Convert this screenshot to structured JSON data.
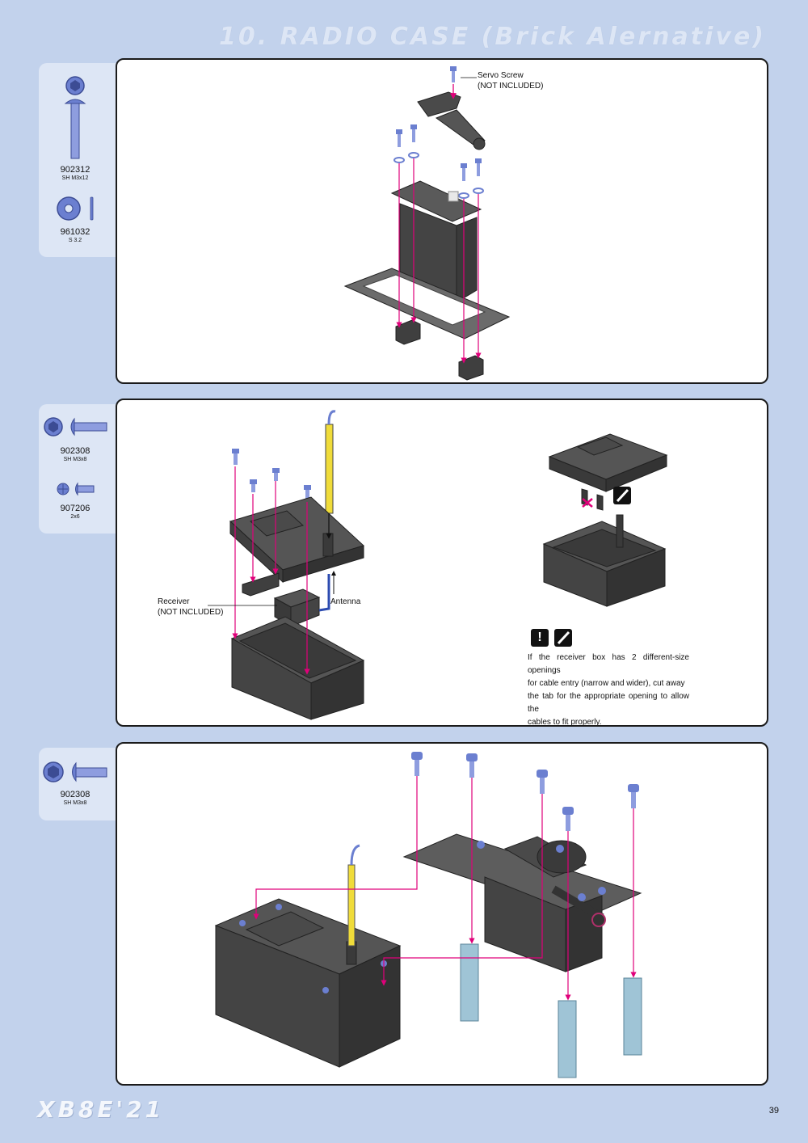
{
  "header": {
    "title": "10. RADIO CASE (Brick Alernative)"
  },
  "step1": {
    "parts": [
      {
        "number": "902312",
        "size": "SH M3x12"
      },
      {
        "number": "961032",
        "size": "S 3.2"
      }
    ],
    "callout_line1": "Servo Screw",
    "callout_line2": "(NOT INCLUDED)"
  },
  "step2": {
    "parts": [
      {
        "number": "902308",
        "size": "SH M3x8"
      },
      {
        "number": "907206",
        "size": "2x6"
      }
    ],
    "receiver_line1": "Receiver",
    "receiver_line2": "(NOT INCLUDED)",
    "antenna_label": "Antenna",
    "note_line1": "If the receiver box has 2 different-size openings",
    "note_line2": "for cable entry (narrow and wider), cut away",
    "note_line3": "the tab for the appropriate opening to allow the",
    "note_line4": "cables to fit properly.",
    "warning_icon": "exclamation-icon",
    "tool_icon": "hobby-knife-icon"
  },
  "step3": {
    "parts": [
      {
        "number": "902308",
        "size": "SH M3x8"
      }
    ]
  },
  "footer": {
    "logo": "XB8E'21",
    "page_number": "39"
  },
  "colors": {
    "background": "#c2d2ec",
    "tab": "#dde6f5",
    "arrow": "#e0007a",
    "screw": "#6b7fd0",
    "part": "#4a4a4a",
    "spacer": "#9fc4d6",
    "antenna": "#f0dc3a"
  }
}
